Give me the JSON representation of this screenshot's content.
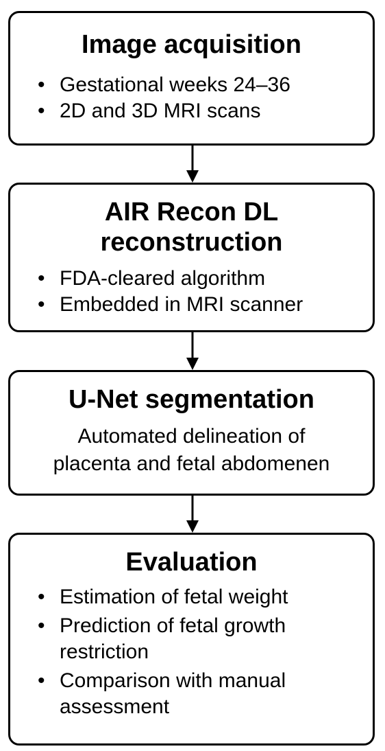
{
  "steps": [
    {
      "title": "Image acquisition",
      "items": [
        "Gestational weeks 24–36",
        "2D and 3D MRI scans"
      ]
    },
    {
      "title_line1": "AIR Recon DL",
      "title_line2": "reconstruction",
      "items": [
        "FDA-cleared algorithm",
        "Embedded in MRI scanner"
      ]
    },
    {
      "title": "U-Net segmentation",
      "desc_line1": "Automated delineation of",
      "desc_line2": "placenta and fetal abdomenen"
    },
    {
      "title": "Evaluation",
      "items": [
        {
          "line1": "Estimation of fetal weight"
        },
        {
          "line1": "Prediction of fetal growth",
          "line2": "restriction"
        },
        {
          "line1": "Comparison with manual",
          "line2": "assessment"
        }
      ]
    }
  ],
  "bullet": "•"
}
